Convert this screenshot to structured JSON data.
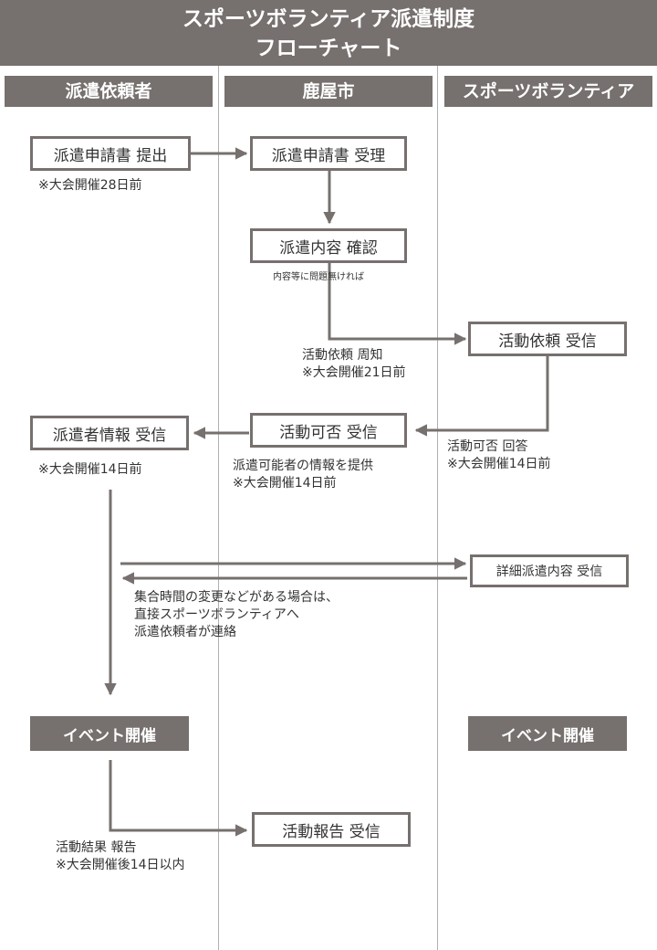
{
  "title": {
    "line1": "スポーツボランティア派遣制度",
    "line2": "フローチャート"
  },
  "lanes": {
    "requester": "派遣依頼者",
    "city": "鹿屋市",
    "volunteer": "スポーツボランティア"
  },
  "boxes": {
    "submit": "派遣申請書 提出",
    "accept": "派遣申請書 受理",
    "confirm": "派遣内容 確認",
    "activity_request_recv": "活動依頼 受信",
    "availability_recv": "活動可否 受信",
    "dispatcher_info_recv": "派遣者情報 受信",
    "detail_recv": "詳細派遣内容 受信",
    "event_left": "イベント開催",
    "event_right": "イベント開催",
    "report_recv": "活動報告 受信"
  },
  "notes": {
    "submit_deadline": "※大会開催28日前",
    "no_problem": "内容等に問題無ければ",
    "notify_line1": "活動依頼 周知",
    "notify_line2": "※大会開催21日前",
    "reply_line1": "活動可否 回答",
    "reply_line2": "※大会開催14日前",
    "provide_line1": "派遣可能者の情報を提供",
    "provide_line2": "※大会開催14日前",
    "dispatcher_deadline": "※大会開催14日前",
    "contact_line1": "集合時間の変更などがある場合は、",
    "contact_line2": "直接スポーツボランティアへ",
    "contact_line3": "派遣依頼者が連絡",
    "result_line1": "活動結果 報告",
    "result_line2": "※大会開催後14日以内"
  },
  "colors": {
    "header": "#76706e",
    "lane_line": "#b0b0b0",
    "text": "#333333"
  }
}
